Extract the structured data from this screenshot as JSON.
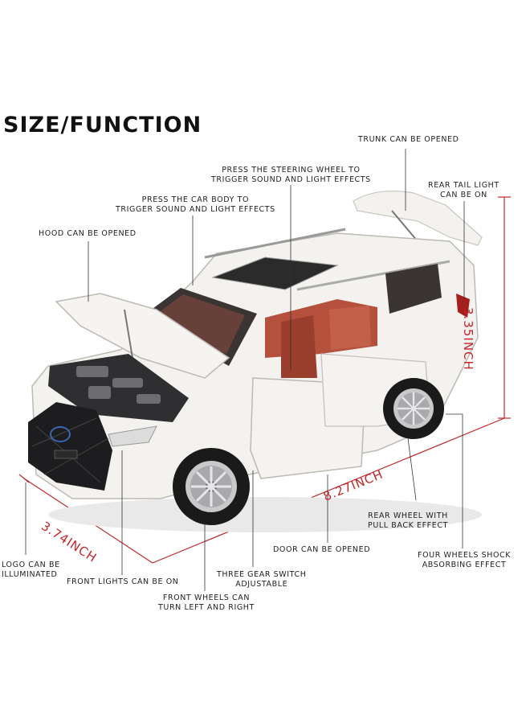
{
  "title": "SIZE/FUNCTION",
  "labels": {
    "trunk": "TRUNK CAN BE OPENED",
    "steering_1": "PRESS THE STEERING WHEEL TO",
    "steering_2": "TRIGGER SOUND AND LIGHT EFFECTS",
    "rear_tail_1": "REAR TAIL LIGHT",
    "rear_tail_2": "CAN BE ON",
    "body_1": "PRESS THE CAR BODY TO",
    "body_2": "TRIGGER SOUND AND LIGHT EFFECTS",
    "hood": "HOOD CAN BE OPENED",
    "rear_wheel_1": "REAR WHEEL WITH",
    "rear_wheel_2": "PULL BACK EFFECT",
    "door": "DOOR CAN BE OPENED",
    "shock_1": "FOUR WHEELS SHOCK",
    "shock_2": "ABSORBING EFFECT",
    "logo_1": "LOGO CAN BE",
    "logo_2": "ILLUMINATED",
    "front_lights": "FRONT LIGHTS CAN BE ON",
    "gear_1": "THREE GEAR SWITCH",
    "gear_2": "ADJUSTABLE",
    "front_wheels_1": "FRONT WHEELS CAN",
    "front_wheels_2": "TURN LEFT AND RIGHT"
  },
  "dimensions": {
    "height": "3.35INCH",
    "length": "8.27INCH",
    "width": "3.74INCH"
  },
  "colors": {
    "dimension_red": "#c0282a",
    "car_body": "#f4f2ee",
    "interior": "#b4503c"
  },
  "image": "white Lexus SUV die-cast model with doors, hood and trunk opened"
}
